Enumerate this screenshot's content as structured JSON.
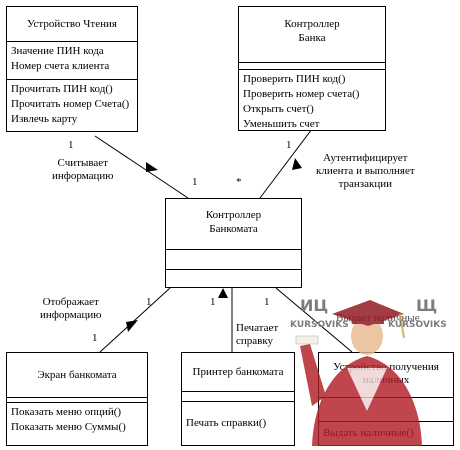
{
  "classes": {
    "reader": {
      "title": "Устройство Чтения",
      "attributes": [
        "Значение ПИН кода",
        "Номер счета клиента"
      ],
      "operations": [
        "Прочитать ПИН код()",
        "Прочитать номер Счета()",
        "Извлечь карту"
      ]
    },
    "bank": {
      "title": [
        "Контроллер",
        "Банка"
      ],
      "operations": [
        "Проверить ПИН код()",
        "Проверить номер счета()",
        "Открыть счет()",
        "Уменьшить счет"
      ]
    },
    "atm": {
      "title": [
        "Контроллер",
        "Банкомата"
      ]
    },
    "screen": {
      "title": "Экран банкомата",
      "operations": [
        "Показать меню опций()",
        "Показать меню Суммы()"
      ]
    },
    "printer": {
      "title": "Принтер банкомата",
      "operations": [
        "Печать справки()"
      ]
    },
    "dispenser": {
      "title": [
        "Устройство получения",
        "наличных"
      ],
      "operations": [
        "Выдать наличные()"
      ]
    }
  },
  "associations": {
    "reads": {
      "label": [
        "Считывает",
        "информацию"
      ],
      "mult_reader": "1",
      "mult_atm": "1"
    },
    "auth": {
      "label": [
        "Аутентифицирует",
        "клиента и выполняет",
        "транзакции"
      ],
      "mult_bank": "1",
      "mult_atm": "*"
    },
    "displays": {
      "label": [
        "Отображает",
        "информацию"
      ],
      "mult_atm": "1",
      "mult_screen": "1"
    },
    "prints": {
      "label": [
        "Печатает",
        "справку"
      ],
      "mult_atm": "1"
    },
    "dispenses": {
      "label": "Выдает наличные",
      "mult_atm": "1"
    }
  },
  "watermark": {
    "text_left": "ИЦ",
    "text_right": "Щ",
    "brand": "KURSOVIKS"
  }
}
